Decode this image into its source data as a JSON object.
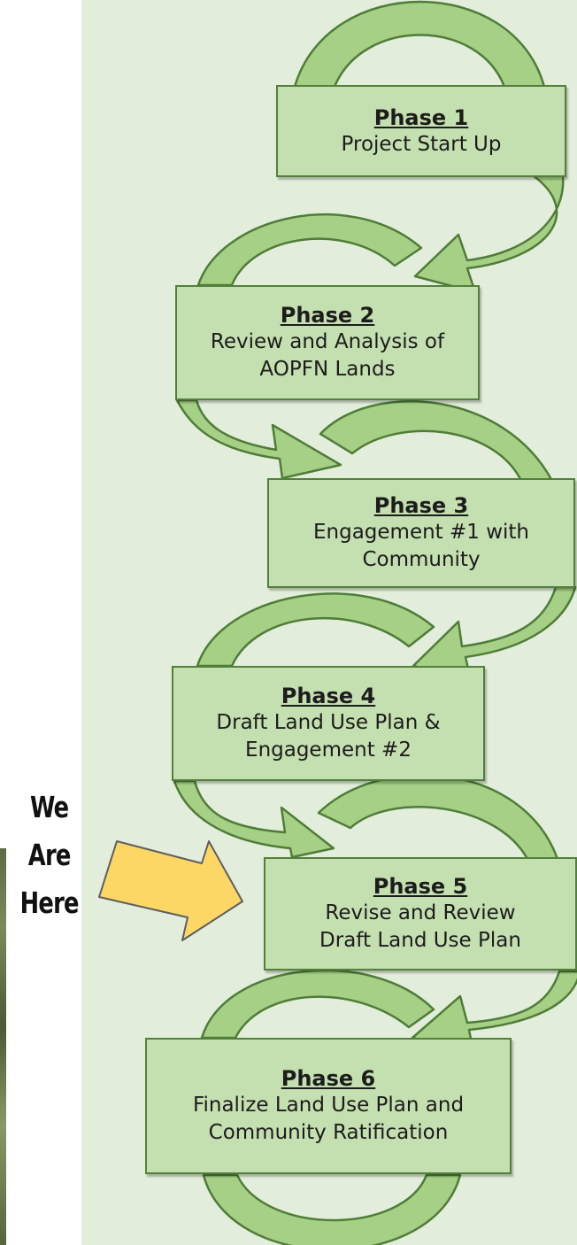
{
  "phases": [
    {
      "title": "Phase 1",
      "description": "Project Start Up"
    },
    {
      "title": "Phase 2",
      "description": "Review and Analysis of\nAOPFN Lands"
    },
    {
      "title": "Phase 3",
      "description": "Engagement #1 with\nCommunity"
    },
    {
      "title": "Phase 4",
      "description": "Draft Land Use Plan &\nEngagement #2"
    },
    {
      "title": "Phase 5",
      "description": "Revise and Review\nDraft Land Use Plan"
    },
    {
      "title": "Phase 6",
      "description": "Finalize Land Use Plan and\nCommunity Ratification"
    }
  ],
  "current_indicator": {
    "label": "We Are\nHere",
    "points_to": "Phase 5"
  },
  "colors": {
    "panel_background": "#e2eedb",
    "box_fill": "#c4dfb0",
    "box_border": "#52803a",
    "cycle_arrow": "#a6d086",
    "cycle_arrow_outline": "#4f7d38",
    "pointer_arrow": "#fdd765"
  }
}
